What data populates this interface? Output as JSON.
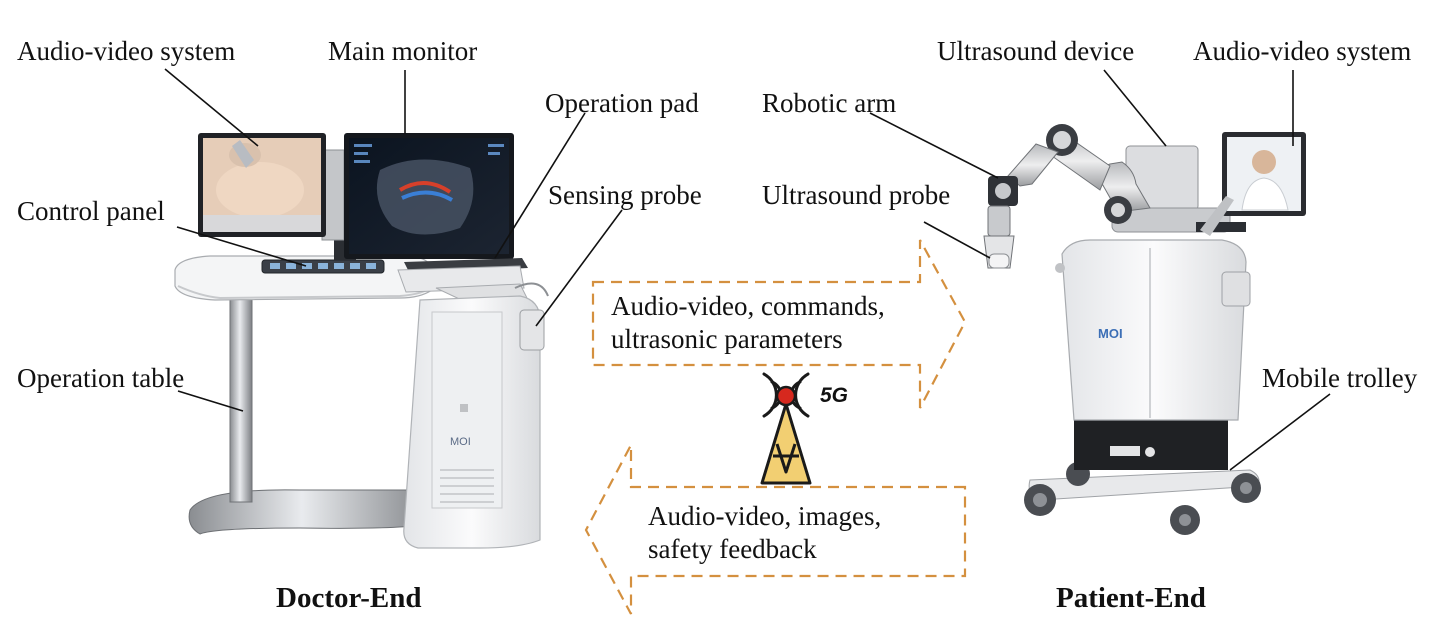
{
  "doctor_end": {
    "title": "Doctor-End",
    "labels": {
      "audio_video_system": "Audio-video system",
      "main_monitor": "Main monitor",
      "operation_pad": "Operation pad",
      "sensing_probe": "Sensing probe",
      "control_panel": "Control panel",
      "operation_table": "Operation table"
    },
    "station_logo": "MOI"
  },
  "patient_end": {
    "title": "Patient-End",
    "labels": {
      "robotic_arm": "Robotic arm",
      "ultrasound_device": "Ultrasound device",
      "audio_video_system": "Audio-video system",
      "ultrasound_probe": "Ultrasound probe",
      "mobile_trolley": "Mobile trolley"
    },
    "trolley_logo": "MOI"
  },
  "transmission": {
    "to_patient": {
      "line1": "Audio-video, commands,",
      "line2": "ultrasonic parameters"
    },
    "to_doctor": {
      "line1": "Audio-video, images,",
      "line2": "safety feedback"
    },
    "network_tag": "5G"
  },
  "colors": {
    "dashed_arrow": "#d4903f",
    "antenna_dot": "#d6281e",
    "antenna_tower": "#f2cf72",
    "leader_line": "#111111"
  }
}
